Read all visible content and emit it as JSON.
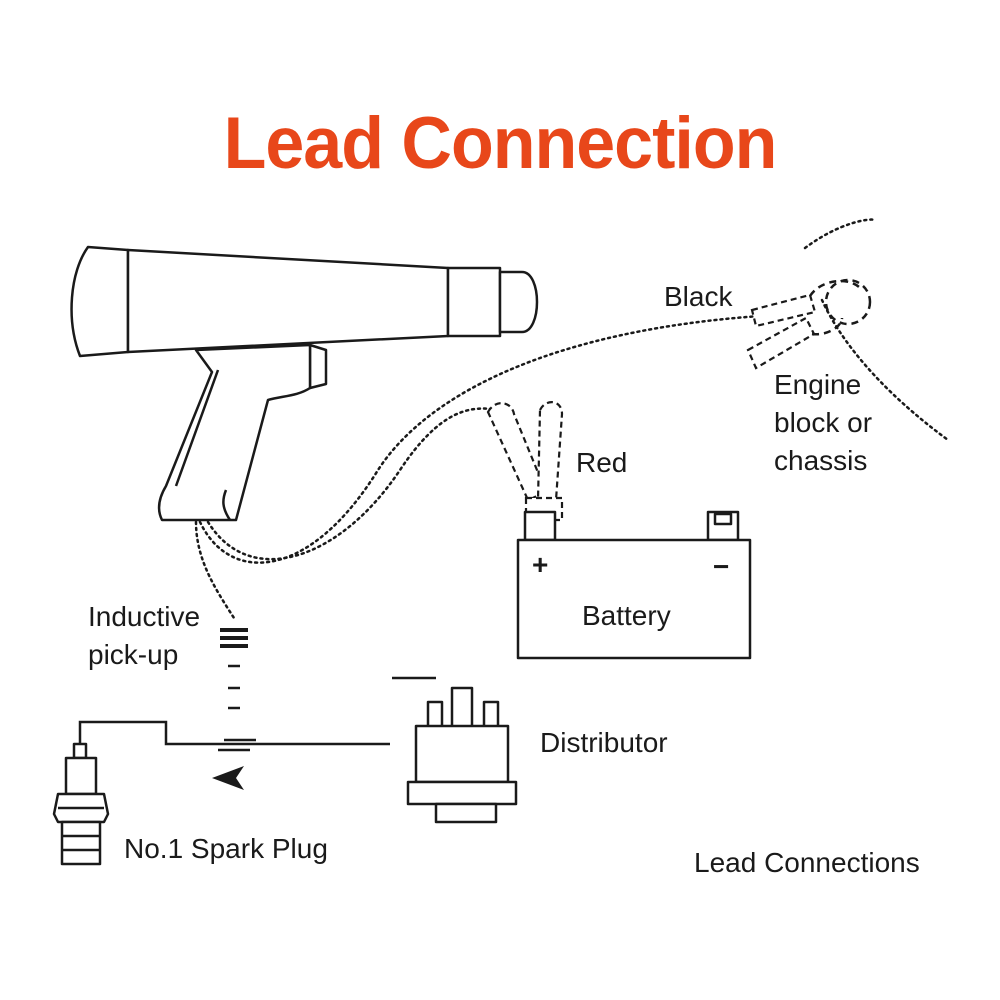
{
  "title": "Lead Connection",
  "caption": "Lead Connections",
  "labels": {
    "black": "Black",
    "engine_line1": "Engine",
    "engine_line2": "block or",
    "engine_line3": "chassis",
    "red": "Red",
    "battery": "Battery",
    "plus": "+",
    "minus": "−",
    "inductive_line1": "Inductive",
    "inductive_line2": "pick-up",
    "distributor": "Distributor",
    "spark_plug": "No.1 Spark Plug"
  },
  "colors": {
    "title": "#e8471a",
    "ink": "#1a1a1a",
    "background": "#ffffff"
  }
}
